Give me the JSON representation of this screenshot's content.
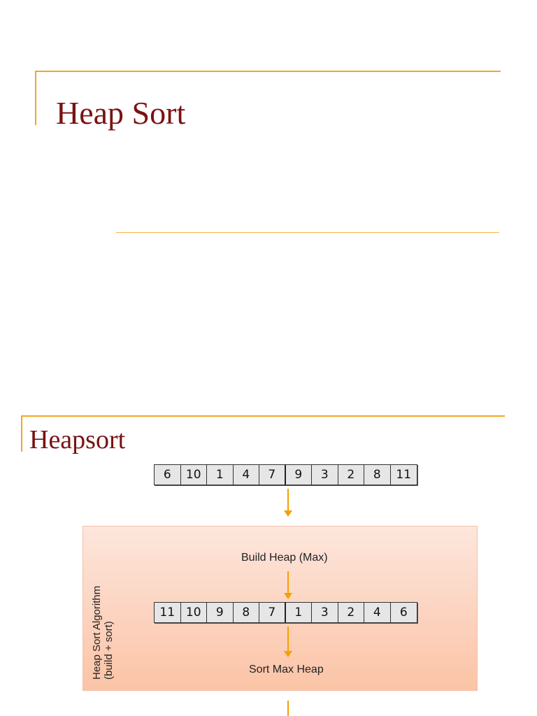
{
  "slide1": {
    "title": "Heap Sort"
  },
  "slide2": {
    "title": "Heapsort",
    "input_array": [
      "6",
      "10",
      "1",
      "4",
      "7",
      "9",
      "3",
      "2",
      "8",
      "11"
    ],
    "algorithm_label_line1": "Heap Sort Algorithm",
    "algorithm_label_line2": "(build + sort)",
    "build_label": "Build Heap (Max)",
    "heap_array": [
      "11",
      "10",
      "9",
      "8",
      "7",
      "1",
      "3",
      "2",
      "4",
      "6"
    ],
    "sort_label": "Sort Max Heap"
  },
  "colors": {
    "accent": "#f5a623",
    "title": "#7a1212",
    "box_gradient_top": "#fde6dc",
    "box_gradient_bottom": "#fbc4a6",
    "arrow": "#f5a000"
  }
}
